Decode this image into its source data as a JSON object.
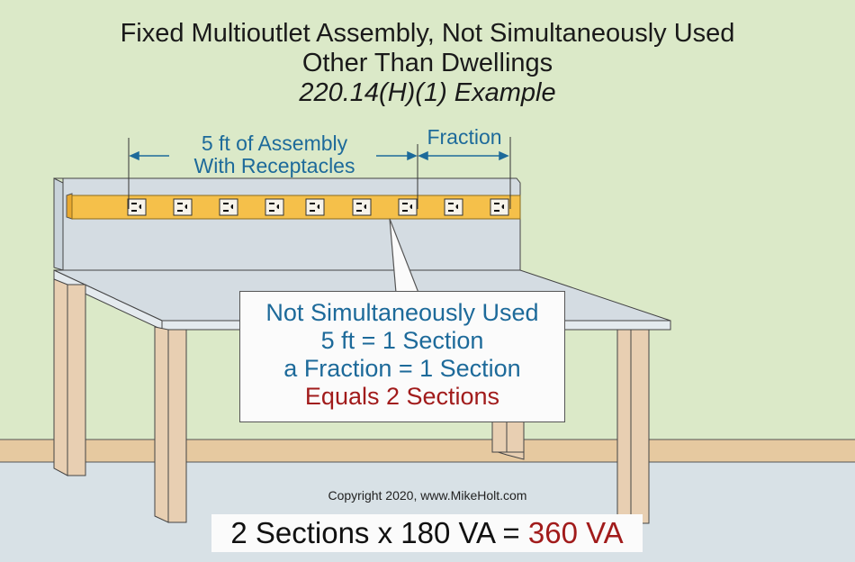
{
  "title": {
    "line1": "Fixed Multioutlet Assembly, Not Simultaneously Used",
    "line2": "Other Than Dwellings",
    "line3": "220.14(H)(1) Example"
  },
  "dimensions": {
    "assembly_label_line1": "5 ft of Assembly",
    "assembly_label_line2": "With Receptacles",
    "fraction_label": "Fraction"
  },
  "callout": {
    "line1": "Not Simultaneously Used",
    "line2": "5 ft = 1 Section",
    "line3": "a Fraction = 1 Section",
    "line4": "Equals 2 Sections"
  },
  "copyright": "Copyright 2020,  www.MikeHolt.com",
  "result": {
    "expression": "2 Sections x 180 VA  =",
    "value": "360 VA"
  },
  "diagram": {
    "receptacle_count": 9,
    "receptacle_x": [
      152,
      203,
      254,
      305,
      350,
      402,
      453,
      504,
      555
    ],
    "colors": {
      "wall": "#dbe9c8",
      "floor": "#d8e1e6",
      "baseboard": "#e6c9a0",
      "bench_top": "#d4dce2",
      "leg": "#e8cfb2",
      "strip": "#f5c04a",
      "text_blue": "#1d6a9a",
      "text_red": "#a11b1b"
    }
  }
}
